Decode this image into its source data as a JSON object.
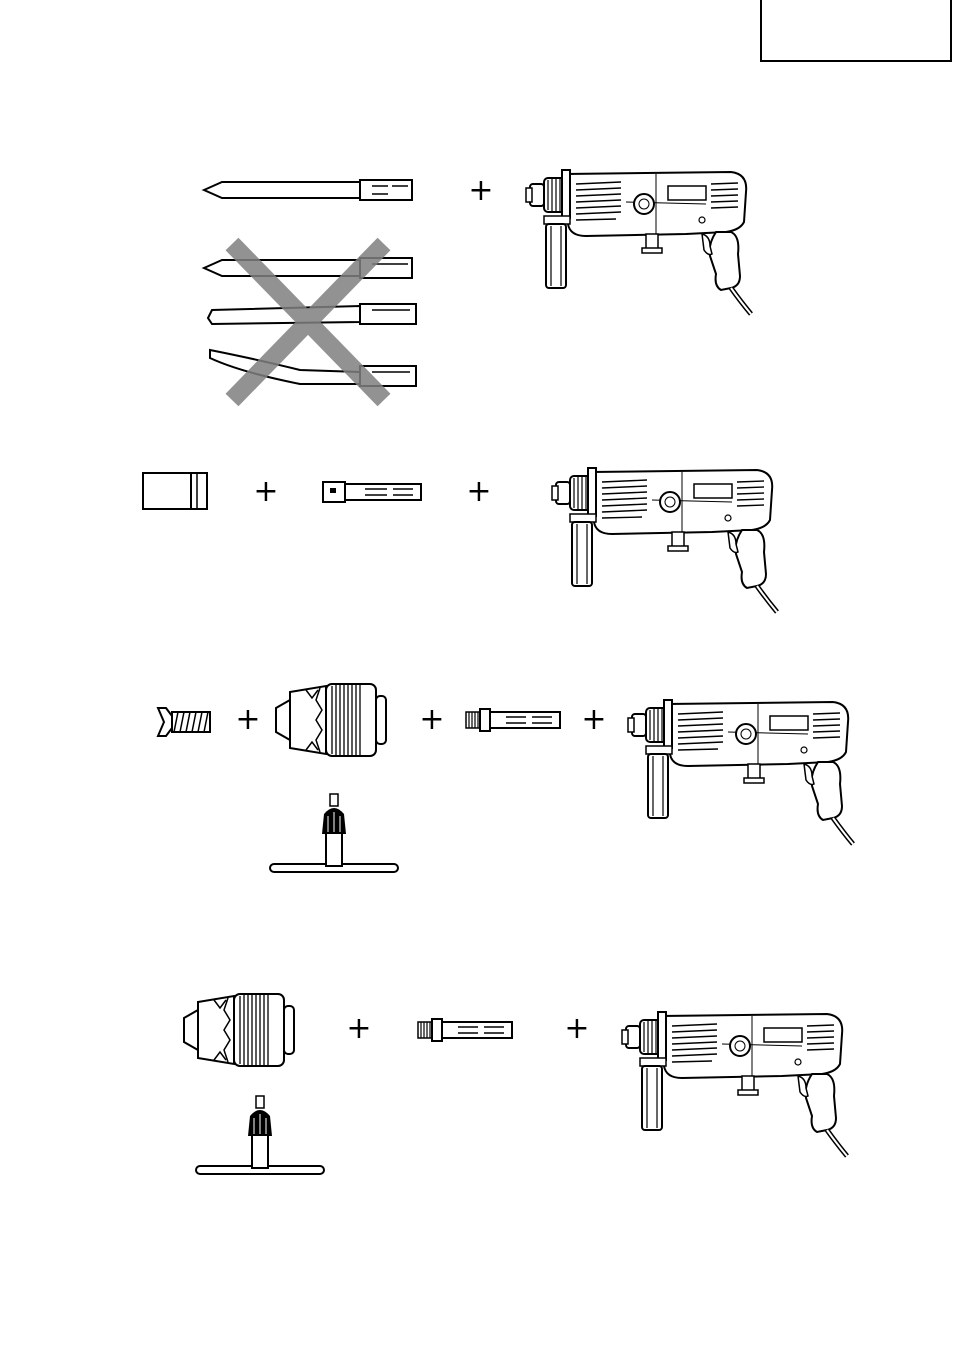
{
  "page": {
    "tab_label": ""
  },
  "operator": "+",
  "rows": [
    {
      "name": "row-1",
      "items": [
        "point-chisel",
        "drill"
      ]
    },
    {
      "name": "row-2",
      "items": [
        "core-bit",
        "adapter",
        "drill"
      ]
    },
    {
      "name": "row-3",
      "items": [
        "chuck-screw",
        "drill-chuck",
        "chuck-adapter",
        "drill",
        "chuck-key"
      ]
    },
    {
      "name": "row-4",
      "items": [
        "drill-chuck",
        "chuck-adapter",
        "drill",
        "chuck-key"
      ]
    }
  ],
  "icons": {
    "chisels": [
      "bull-point-chisel-icon",
      "cold-chisel-icon",
      "scoop-chisel-icon"
    ],
    "prohibited_mark": "cross-out-icon",
    "prohibited_color": "#808080"
  }
}
